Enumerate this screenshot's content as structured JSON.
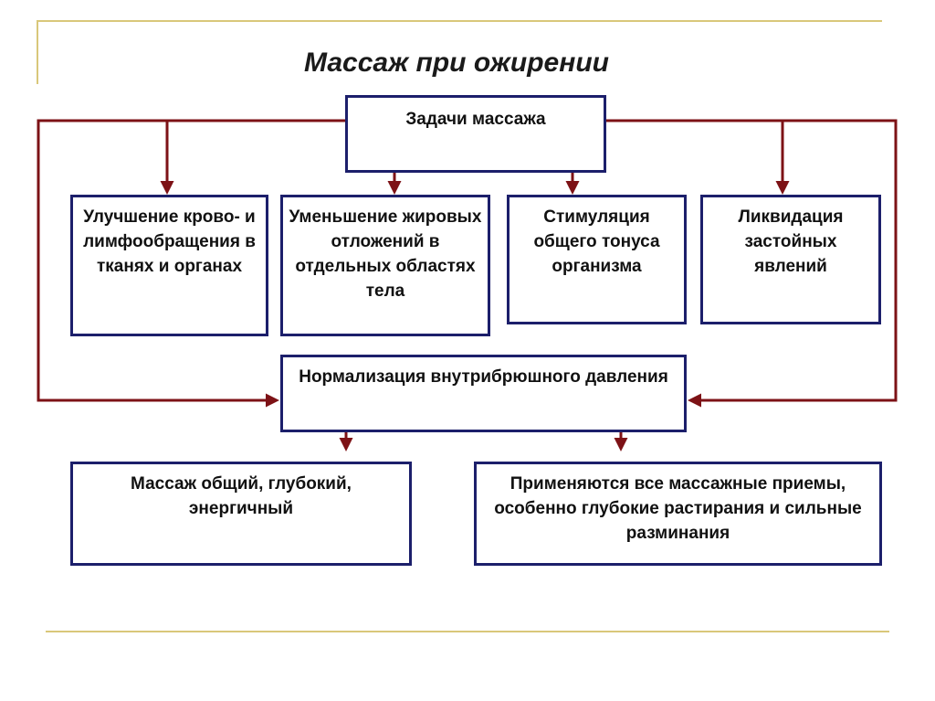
{
  "title": "Массаж при ожирении",
  "colors": {
    "box_border": "#1c1f6b",
    "arrow": "#7d1216",
    "decor_line": "#d9c77a"
  },
  "nodes": {
    "tasks": "Задачи массажа",
    "task_1": "Улучшение крово- и лимфообращения в тканях и органах",
    "task_2": "Уменьшение жировых отложений в отдельных областях тела",
    "task_3": "Стимуляция общего тонуса организма",
    "task_4": "Ликвидация застойных явлений",
    "pressure": "Нормализация внутрибрюшного давления",
    "massage_type": "Массаж общий, глубокий, энергичный",
    "techniques": "Применяются все массажные приемы, особенно глубокие растирания и сильные разминания"
  },
  "edges": [
    {
      "from": "tasks",
      "to": "task_1"
    },
    {
      "from": "tasks",
      "to": "task_2"
    },
    {
      "from": "tasks",
      "to": "task_3"
    },
    {
      "from": "tasks",
      "to": "task_4"
    },
    {
      "from": "tasks",
      "to": "pressure"
    },
    {
      "from": "pressure",
      "to": "massage_type"
    },
    {
      "from": "pressure",
      "to": "techniques"
    }
  ]
}
